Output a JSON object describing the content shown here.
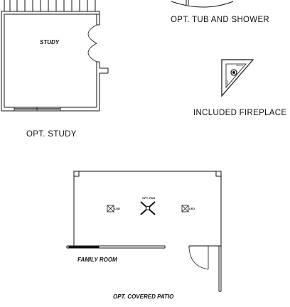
{
  "labels": {
    "study_room": "STUDY",
    "opt_study": "OPT. STUDY",
    "opt_tub_shower": "OPT. TUB AND SHOWER",
    "included_fireplace": "INCLUDED FIREPLACE",
    "family_room": "FAMILY ROOM",
    "opt_covered_patio": "OPT. COVERED PATIO",
    "opt_fan": "OPT. FAN",
    "led_left": "LED",
    "led_right": "LED"
  }
}
